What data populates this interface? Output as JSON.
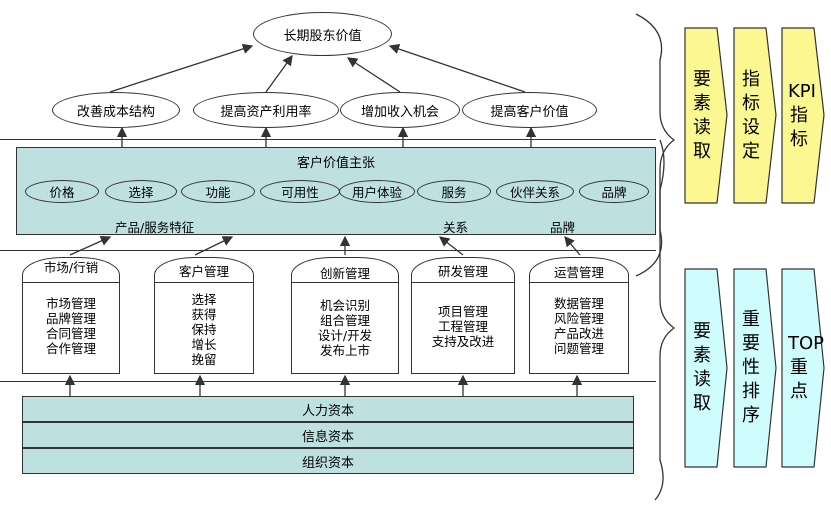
{
  "top_goal": "长期股东价值",
  "drivers": [
    "改善成本结构",
    "提高资产利用率",
    "增加收入机会",
    "提高客户价值"
  ],
  "value_proposition": {
    "title": "客户价值主张",
    "items": [
      "价格",
      "选择",
      "功能",
      "可用性",
      "用户体验",
      "服务",
      "伙伴关系",
      "品牌"
    ],
    "groups": [
      "产品/服务特征",
      "关系",
      "品牌"
    ]
  },
  "processes": [
    {
      "title": "市场/行销",
      "items": [
        "市场管理",
        "品牌管理",
        "合同管理",
        "合作管理"
      ]
    },
    {
      "title": "客户管理",
      "items": [
        "选择",
        "获得",
        "保持",
        "增长",
        "挽留"
      ]
    },
    {
      "title": "创新管理",
      "items": [
        "机会识别",
        "组合管理",
        "设计/开发",
        "发布上市"
      ]
    },
    {
      "title": "研发管理",
      "items": [
        "项目管理",
        "工程管理",
        "支持及改进"
      ]
    },
    {
      "title": "运营管理",
      "items": [
        "数据管理",
        "风险管理",
        "产品改进",
        "问题管理"
      ]
    }
  ],
  "capitals": [
    "人力资本",
    "信息资本",
    "组织资本"
  ],
  "side_top": [
    "要素读取",
    "指标设定",
    "KPI指标"
  ],
  "side_bottom": [
    "要素读取",
    "重要性排序",
    "TOP重点"
  ],
  "colors": {
    "yellow": "#fbf791",
    "cyan": "#cffcfc",
    "teal": "#bfe0e0",
    "line": "#333333"
  }
}
